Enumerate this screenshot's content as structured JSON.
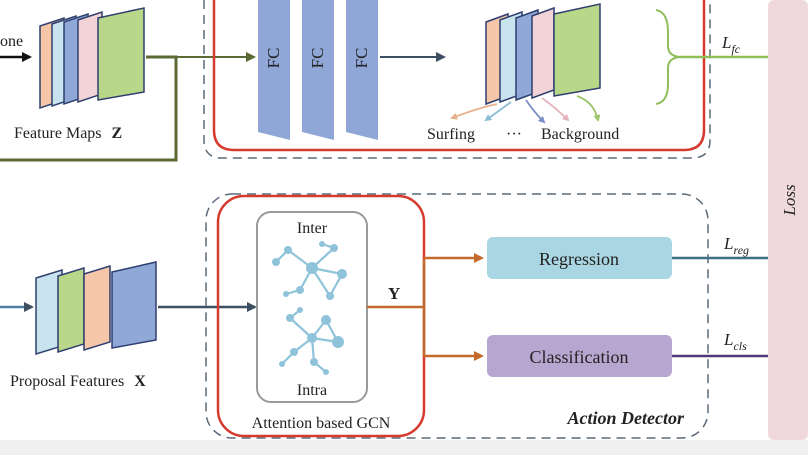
{
  "top_branch": {
    "input_label_fragment": "one",
    "feature_maps_label": "Feature Maps",
    "feature_maps_symbol": "Z",
    "fc_layers": [
      "FC",
      "FC",
      "FC"
    ],
    "output_class_first": "Surfing",
    "output_class_ellipsis": "···",
    "output_class_last": "Background",
    "loss_label": "L",
    "loss_subscript": "fc"
  },
  "bottom_branch": {
    "proposal_label": "Proposal Features",
    "proposal_symbol": "X",
    "gcn_inter_label": "Inter",
    "gcn_intra_label": "Intra",
    "gcn_caption": "Attention based GCN",
    "gcn_output_symbol": "Y",
    "regression_label": "Regression",
    "classification_label": "Classification",
    "detector_label": "Action Detector",
    "reg_loss_label": "L",
    "reg_loss_subscript": "reg",
    "cls_loss_label": "L",
    "cls_loss_subscript": "cls"
  },
  "loss_panel": {
    "label": "Loss"
  },
  "colors": {
    "map_orange": "#f5c7a8",
    "map_lightblue": "#c9e3ee",
    "map_blue": "#8fa8d8",
    "map_pink": "#f2d3d8",
    "map_green": "#b9d789",
    "fc_blue": "#8fa6d6",
    "red_box": "#d63a2e",
    "dash_box": "#5a6a7a",
    "regression_fill": "#a9d6e2",
    "classification_fill": "#b7a6cf",
    "loss_panel_fill": "#efd9dd",
    "arrow_dark": "#3d4f63",
    "arrow_orange": "#c46a2c",
    "olive": "#5b6a33"
  }
}
